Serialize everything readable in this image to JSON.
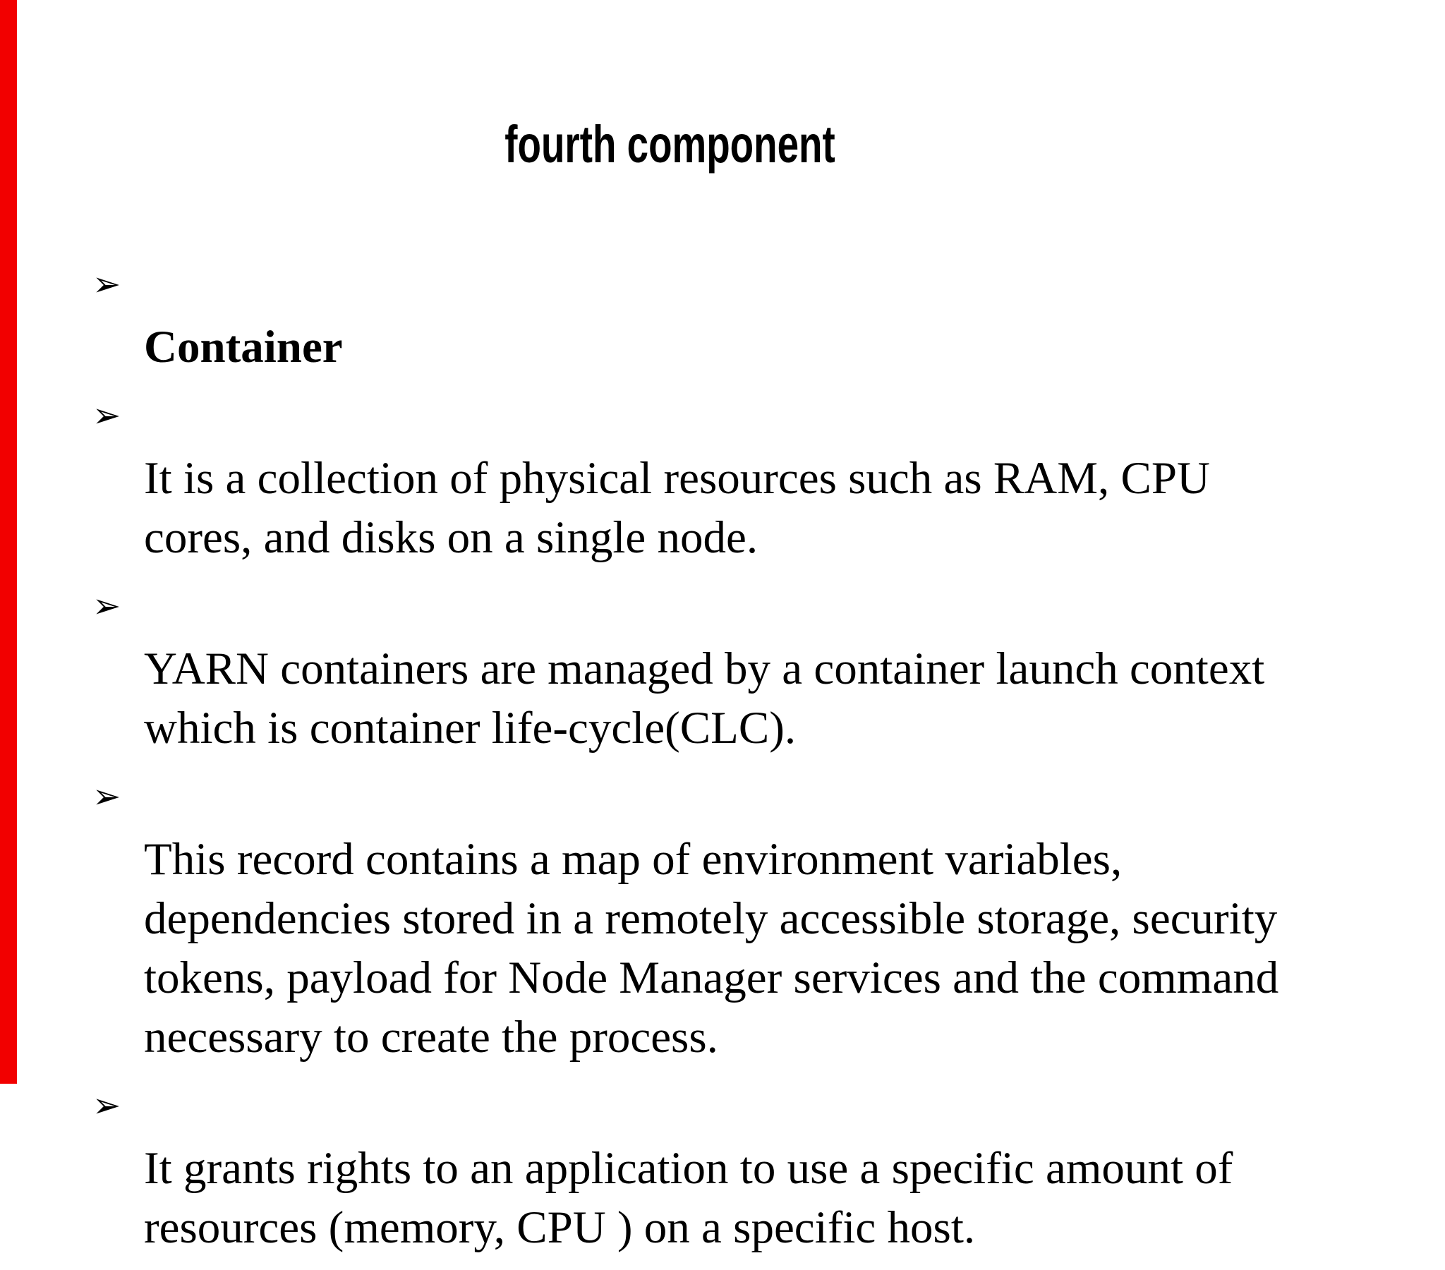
{
  "accent_color": "#f20000",
  "slide": {
    "title": "fourth component",
    "bullet_glyph": "➢",
    "bullets": [
      {
        "text": "Container"
      },
      {
        "text": "It is a collection of physical resources such as RAM, CPU\ncores, and disks on a single node."
      },
      {
        "text": "YARN containers are managed by a container launch context\nwhich is container life-cycle(CLC)."
      },
      {
        "text": "This record contains a map of environment variables,\ndependencies stored in a remotely accessible storage, security\ntokens, payload for Node Manager services and the command\nnecessary to create the process."
      },
      {
        "text": "It grants rights to an application to use a specific amount of\nresources (memory, CPU ) on a specific host."
      }
    ]
  }
}
